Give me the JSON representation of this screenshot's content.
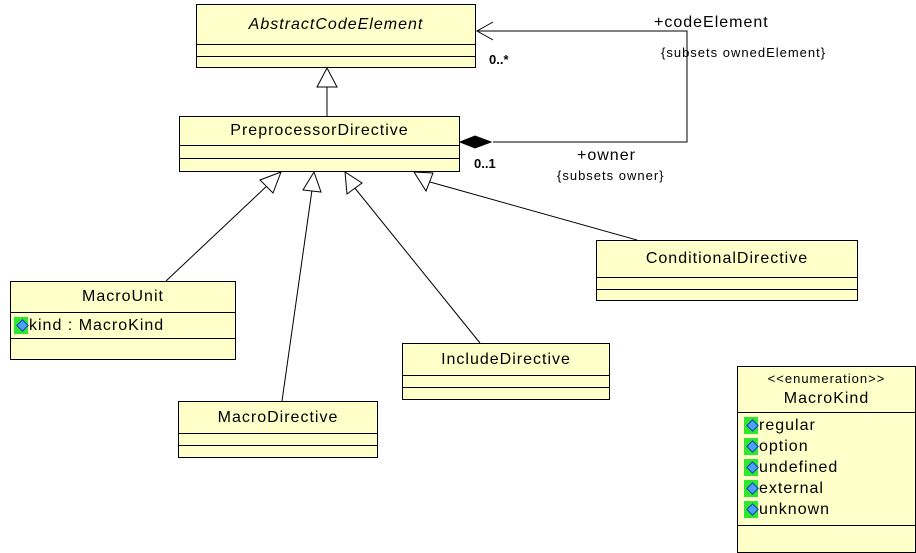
{
  "classes": {
    "abstract_code_element": {
      "name": "AbstractCodeElement"
    },
    "preprocessor_directive": {
      "name": "PreprocessorDirective"
    },
    "macro_unit": {
      "name": "MacroUnit",
      "attributes": [
        "kind : MacroKind"
      ]
    },
    "macro_directive": {
      "name": "MacroDirective"
    },
    "include_directive": {
      "name": "IncludeDirective"
    },
    "conditional_directive": {
      "name": "ConditionalDirective"
    },
    "macro_kind": {
      "stereotype": "<<enumeration>>",
      "name": "MacroKind",
      "literals": [
        "regular",
        "option",
        "undefined",
        "external",
        "unknown"
      ]
    }
  },
  "association": {
    "target_role": "+codeElement",
    "target_constraint": "{subsets ownedElement}",
    "target_multiplicity": "0..*",
    "source_role": "+owner",
    "source_constraint": "{subsets owner}",
    "source_multiplicity": "0..1"
  },
  "colors": {
    "class_fill": "#ffffc9",
    "icon_green": "#2ee82e",
    "icon_diamond": "#4aa0ff"
  }
}
